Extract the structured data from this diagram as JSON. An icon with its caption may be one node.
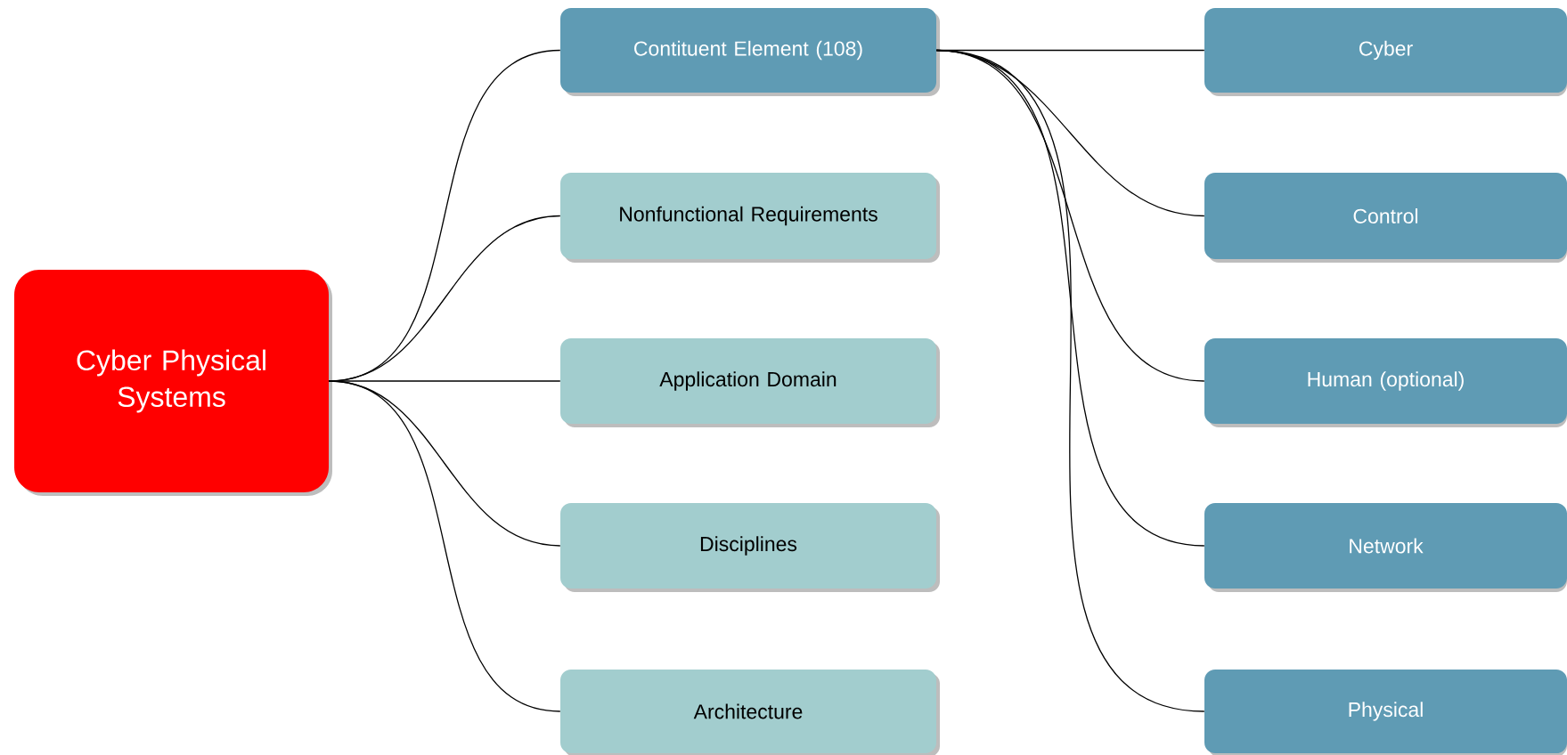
{
  "diagram": {
    "nodes": [
      {
        "text": [
          "Cyber Physical Systems"
        ]
      },
      {
        "text": [
          "Contituent Element (108)"
        ]
      },
      {
        "text": [
          "Nonfunctional Requirements"
        ]
      },
      {
        "text": [
          "Application Domain"
        ]
      },
      {
        "text": [
          "Disciplines"
        ]
      },
      {
        "text": [
          "Architecture"
        ]
      },
      {
        "text": [
          "Cyber"
        ]
      },
      {
        "text": [
          "Control"
        ]
      },
      {
        "text": [
          "Human (optional)"
        ]
      },
      {
        "text": [
          "Network"
        ]
      },
      {
        "text": [
          "Physical"
        ]
      }
    ],
    "edges": [
      {
        "from": 0,
        "to": 1,
        "arrow": "none"
      },
      {
        "from": 0,
        "to": 2,
        "arrow": "none"
      },
      {
        "from": 0,
        "to": 3,
        "arrow": "none"
      },
      {
        "from": 0,
        "to": 4,
        "arrow": "none"
      },
      {
        "from": 0,
        "to": 5,
        "arrow": "none"
      },
      {
        "from": 1,
        "to": 6,
        "arrow": "none"
      },
      {
        "from": 1,
        "to": 7,
        "arrow": "none"
      },
      {
        "from": 1,
        "to": 8,
        "arrow": "none"
      },
      {
        "from": 1,
        "to": 9,
        "arrow": "none"
      },
      {
        "from": 1,
        "to": 10,
        "arrow": "none"
      }
    ]
  }
}
